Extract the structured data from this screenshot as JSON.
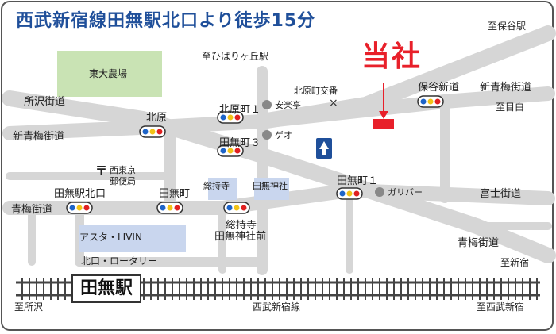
{
  "title": "西武新宿線田無駅北口より徒歩15分",
  "company_label": "当社",
  "station_main": "田無駅",
  "labels": {
    "to_hoya_station": "至保谷駅",
    "to_hibarigaoka": "至ひばりヶ丘駅",
    "todai_farm": "東大農場",
    "tokorozawa_kaido": "所沢街道",
    "shin_ome_kaido_left": "新青梅街道",
    "shin_ome_kaido_right": "新青梅街道",
    "to_mejiro": "至目白",
    "kitahara_police_box": "北原町交番",
    "ankoutei": "安楽亭",
    "geo": "ゲオ",
    "gulliver": "ガリバー",
    "post_office_1": "西東京",
    "post_office_2": "郵便局",
    "soujiji": "総持寺",
    "tanashi_shrine": "田無神社",
    "ome_kaido_left": "青梅街道",
    "ome_kaido_right": "青梅街道",
    "fuji_kaido": "富士街道",
    "asta_livin": "アスタ・LIVIN",
    "kitaguchi_rotary": "北口・ロータリー",
    "to_shinjuku": "至新宿",
    "to_tokorozawa": "至所沢",
    "seibu_shinjuku_line": "西武新宿線",
    "to_seibu_shinjuku": "至西武新宿",
    "post_symbol": "〒",
    "one_way": "⬆"
  },
  "signals": [
    {
      "name": "保谷新道"
    },
    {
      "name": "北原町１"
    },
    {
      "name": "北原"
    },
    {
      "name": "田無町３"
    },
    {
      "name": "田無町１"
    },
    {
      "name": "田無駅北口"
    },
    {
      "name": "田無町"
    },
    {
      "name_1": "総持寺",
      "name_2": "田無神社前"
    }
  ],
  "colors": {
    "title": "#1f4f9a",
    "company": "#e8202a",
    "road": "#d6d6d6",
    "farm": "#c9e3b4",
    "building": "#c9d6ee",
    "rail": "#444444"
  }
}
